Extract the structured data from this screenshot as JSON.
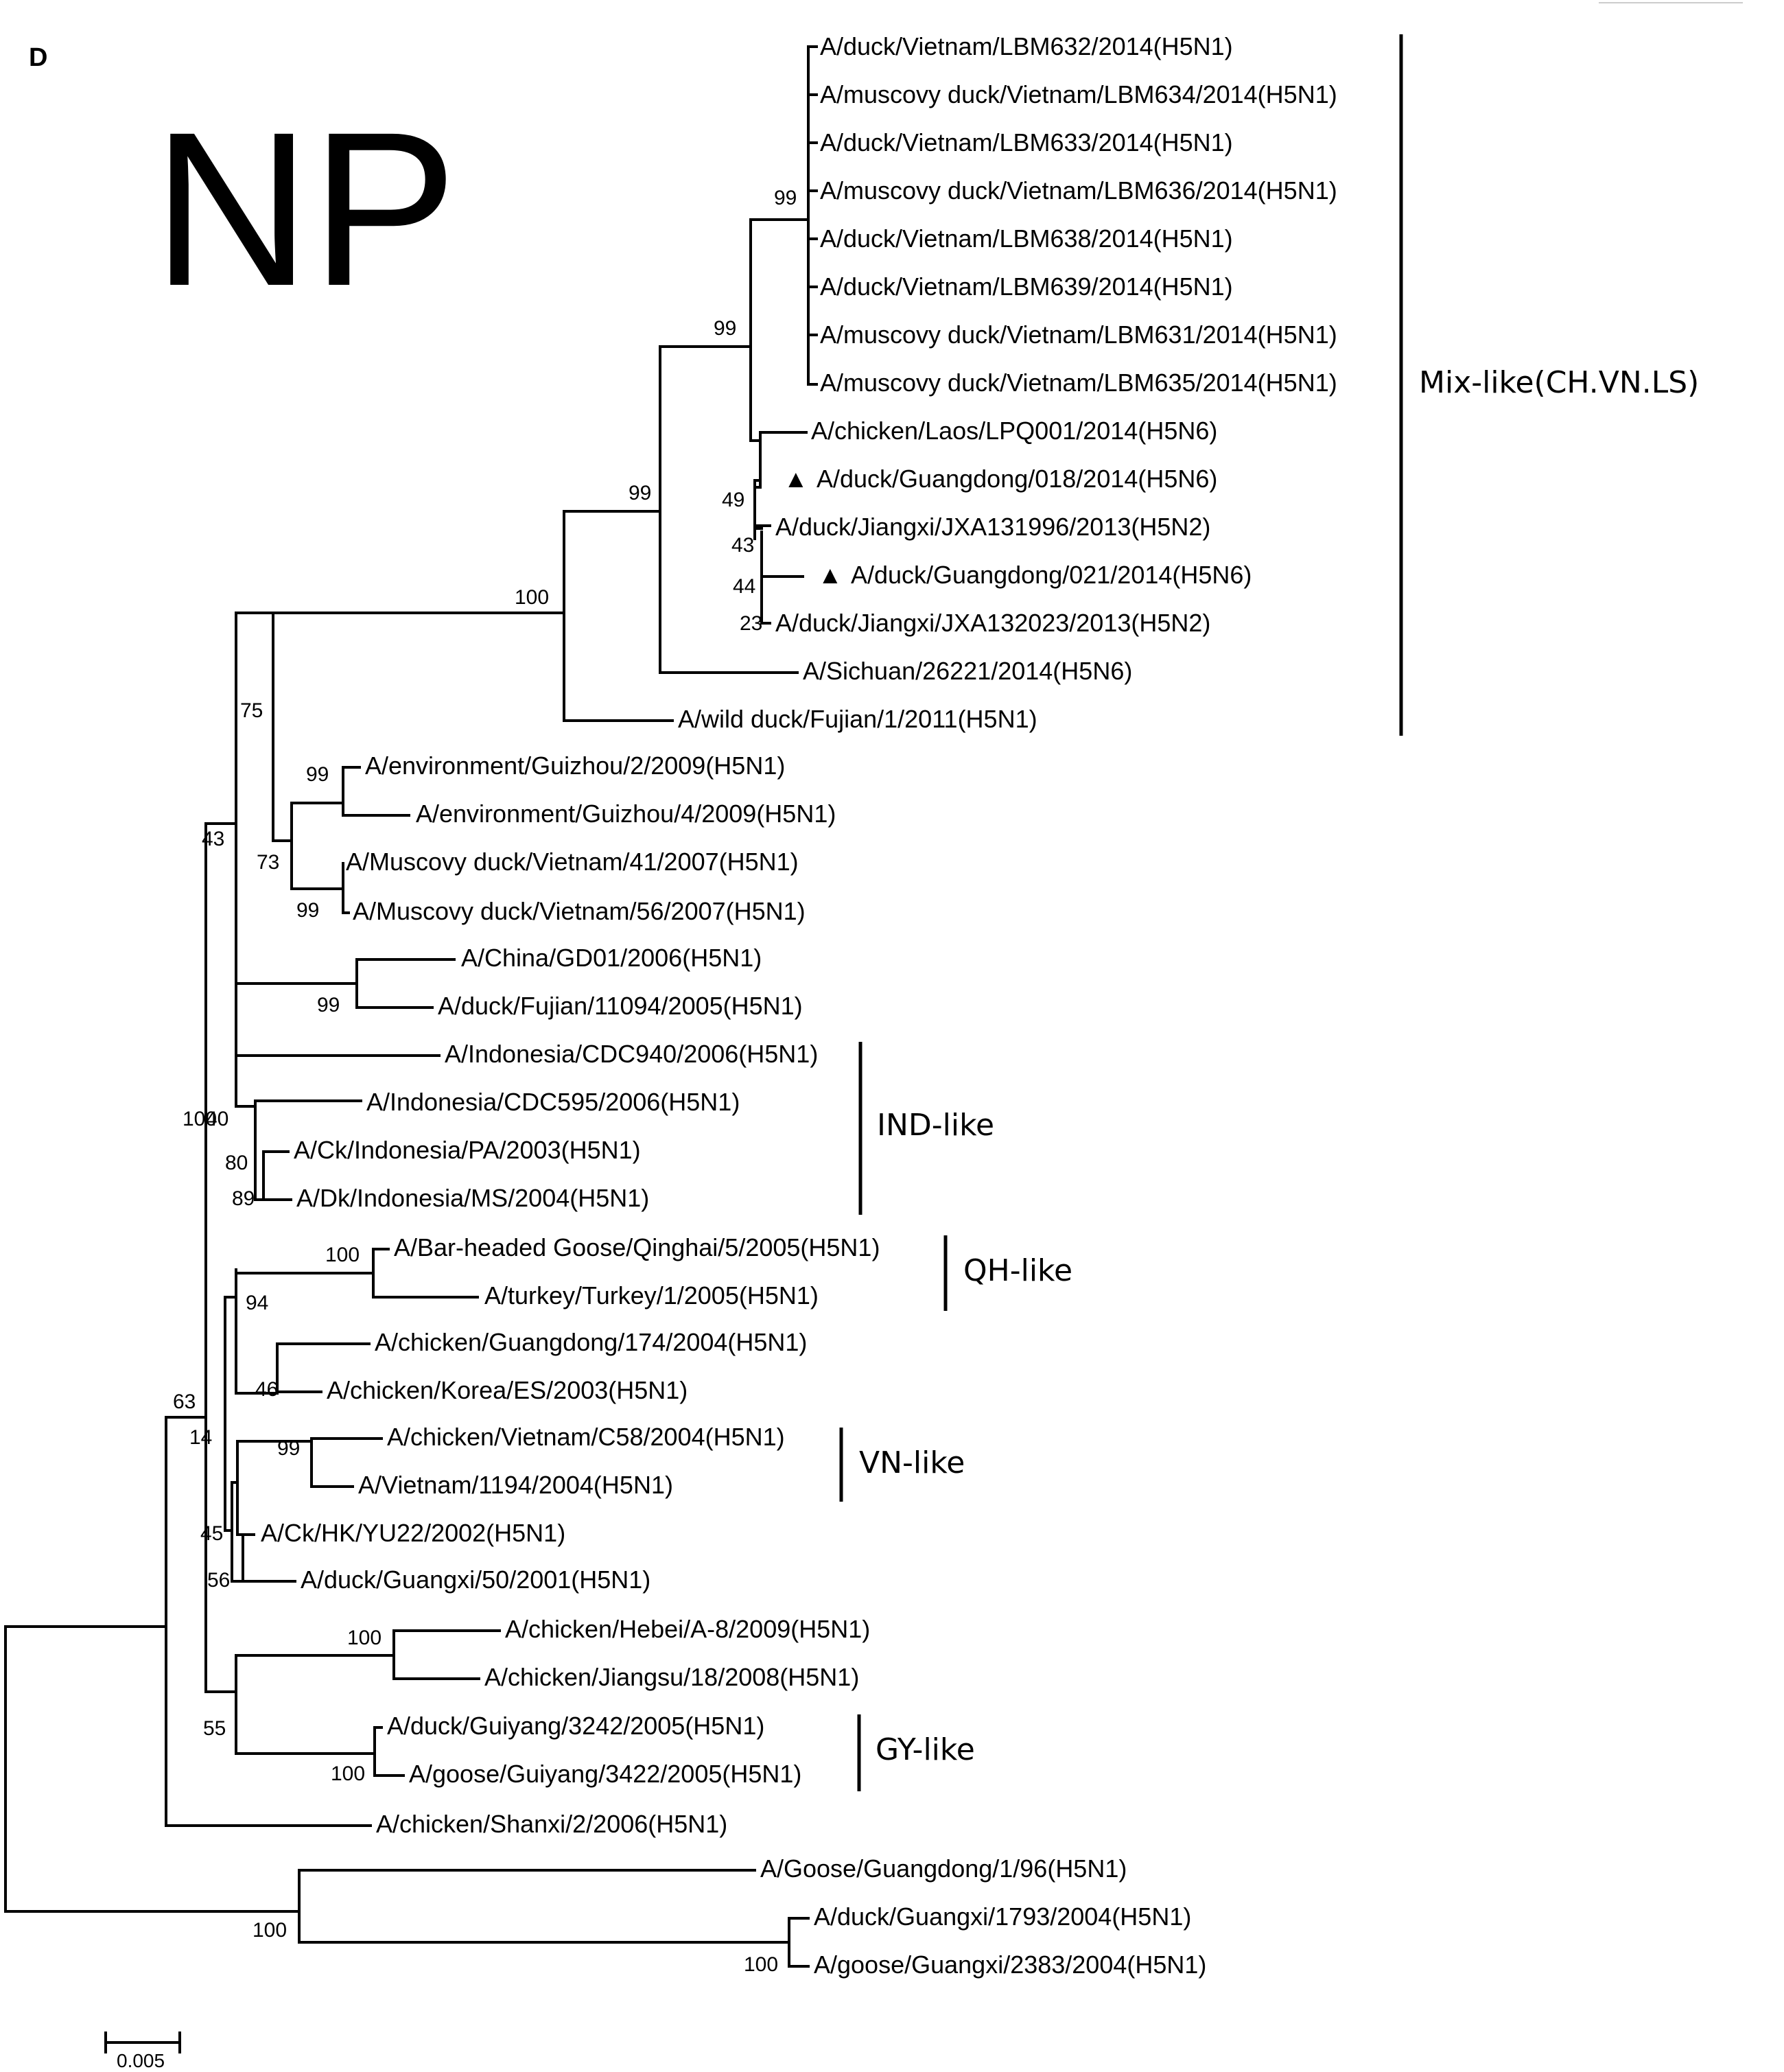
{
  "figure": {
    "panel_letter": "D",
    "gene_label": "NP"
  },
  "taxa": [
    {
      "id": "t1",
      "label": "A/duck/Vietnam/LBM632/2014(H5N1)"
    },
    {
      "id": "t2",
      "label": "A/muscovy duck/Vietnam/LBM634/2014(H5N1)"
    },
    {
      "id": "t3",
      "label": "A/duck/Vietnam/LBM633/2014(H5N1)"
    },
    {
      "id": "t4",
      "label": "A/muscovy duck/Vietnam/LBM636/2014(H5N1)"
    },
    {
      "id": "t5",
      "label": "A/duck/Vietnam/LBM638/2014(H5N1)"
    },
    {
      "id": "t6",
      "label": "A/duck/Vietnam/LBM639/2014(H5N1)"
    },
    {
      "id": "t7",
      "label": "A/muscovy duck/Vietnam/LBM631/2014(H5N1)"
    },
    {
      "id": "t8",
      "label": "A/muscovy duck/Vietnam/LBM635/2014(H5N1)"
    },
    {
      "id": "t9",
      "label": "A/chicken/Laos/LPQ001/2014(H5N6)"
    },
    {
      "id": "t10",
      "label": "A/duck/Guangdong/018/2014(H5N6)",
      "marker": "▲"
    },
    {
      "id": "t11",
      "label": "A/duck/Jiangxi/JXA131996/2013(H5N2)"
    },
    {
      "id": "t12",
      "label": "A/duck/Guangdong/021/2014(H5N6)",
      "marker": "▲"
    },
    {
      "id": "t13",
      "label": "A/duck/Jiangxi/JXA132023/2013(H5N2)"
    },
    {
      "id": "t14",
      "label": "A/Sichuan/26221/2014(H5N6)"
    },
    {
      "id": "t15",
      "label": "A/wild duck/Fujian/1/2011(H5N1)"
    },
    {
      "id": "t16",
      "label": "A/environment/Guizhou/2/2009(H5N1)"
    },
    {
      "id": "t17",
      "label": "A/environment/Guizhou/4/2009(H5N1)"
    },
    {
      "id": "t18",
      "label": "A/Muscovy duck/Vietnam/41/2007(H5N1)"
    },
    {
      "id": "t19",
      "label": "A/Muscovy duck/Vietnam/56/2007(H5N1)"
    },
    {
      "id": "t20",
      "label": "A/China/GD01/2006(H5N1)"
    },
    {
      "id": "t21",
      "label": "A/duck/Fujian/11094/2005(H5N1)"
    },
    {
      "id": "t22",
      "label": "A/Indonesia/CDC940/2006(H5N1)"
    },
    {
      "id": "t23",
      "label": "A/Indonesia/CDC595/2006(H5N1)"
    },
    {
      "id": "t24",
      "label": "A/Ck/Indonesia/PA/2003(H5N1)"
    },
    {
      "id": "t25",
      "label": "A/Dk/Indonesia/MS/2004(H5N1)"
    },
    {
      "id": "t26",
      "label": "A/Bar-headed Goose/Qinghai/5/2005(H5N1)"
    },
    {
      "id": "t27",
      "label": "A/turkey/Turkey/1/2005(H5N1)"
    },
    {
      "id": "t28",
      "label": "A/chicken/Guangdong/174/2004(H5N1)"
    },
    {
      "id": "t29",
      "label": "A/chicken/Korea/ES/2003(H5N1)"
    },
    {
      "id": "t30",
      "label": "A/chicken/Vietnam/C58/2004(H5N1)"
    },
    {
      "id": "t31",
      "label": "A/Vietnam/1194/2004(H5N1)"
    },
    {
      "id": "t32",
      "label": "A/Ck/HK/YU22/2002(H5N1)"
    },
    {
      "id": "t33",
      "label": "A/duck/Guangxi/50/2001(H5N1)"
    },
    {
      "id": "t34",
      "label": "A/chicken/Hebei/A-8/2009(H5N1)"
    },
    {
      "id": "t35",
      "label": "A/chicken/Jiangsu/18/2008(H5N1)"
    },
    {
      "id": "t36",
      "label": "A/duck/Guiyang/3242/2005(H5N1)"
    },
    {
      "id": "t37",
      "label": "A/goose/Guiyang/3422/2005(H5N1)"
    },
    {
      "id": "t38",
      "label": "A/chicken/Shanxi/2/2006(H5N1)"
    },
    {
      "id": "t39",
      "label": "A/Goose/Guangdong/1/96(H5N1)"
    },
    {
      "id": "t40",
      "label": "A/duck/Guangxi/1793/2004(H5N1)"
    },
    {
      "id": "t41",
      "label": "A/goose/Guangxi/2383/2004(H5N1)"
    }
  ],
  "bootstrap_values": [
    {
      "id": "b99a",
      "value": "99"
    },
    {
      "id": "b99b",
      "value": "99"
    },
    {
      "id": "b99c",
      "value": "99"
    },
    {
      "id": "b49",
      "value": "49"
    },
    {
      "id": "b43a",
      "value": "43"
    },
    {
      "id": "b44",
      "value": "44"
    },
    {
      "id": "b23",
      "value": "23"
    },
    {
      "id": "b100a",
      "value": "100"
    },
    {
      "id": "b75",
      "value": "75"
    },
    {
      "id": "b99d",
      "value": "99"
    },
    {
      "id": "b43b",
      "value": "43"
    },
    {
      "id": "b73",
      "value": "73"
    },
    {
      "id": "b99e",
      "value": "99"
    },
    {
      "id": "b99f",
      "value": "99"
    },
    {
      "id": "b100b",
      "value": "100"
    },
    {
      "id": "b40",
      "value": "40"
    },
    {
      "id": "b80",
      "value": "80"
    },
    {
      "id": "b89",
      "value": "89"
    },
    {
      "id": "b100c",
      "value": "100"
    },
    {
      "id": "b94",
      "value": "94"
    },
    {
      "id": "b46",
      "value": "46"
    },
    {
      "id": "b63",
      "value": "63"
    },
    {
      "id": "b14",
      "value": "14"
    },
    {
      "id": "b99g",
      "value": "99"
    },
    {
      "id": "b45",
      "value": "45"
    },
    {
      "id": "b56",
      "value": "56"
    },
    {
      "id": "b100d",
      "value": "100"
    },
    {
      "id": "b55",
      "value": "55"
    },
    {
      "id": "b100e",
      "value": "100"
    },
    {
      "id": "b100f",
      "value": "100"
    },
    {
      "id": "b100g",
      "value": "100"
    }
  ],
  "clades": [
    {
      "id": "mix",
      "label": "Mix-like(CH.VN.LS)"
    },
    {
      "id": "ind",
      "label": "IND-like"
    },
    {
      "id": "qh",
      "label": "QH-like"
    },
    {
      "id": "vn",
      "label": "VN-like"
    },
    {
      "id": "gy",
      "label": "GY-like"
    }
  ],
  "scale_bar": {
    "label": "0.005"
  }
}
